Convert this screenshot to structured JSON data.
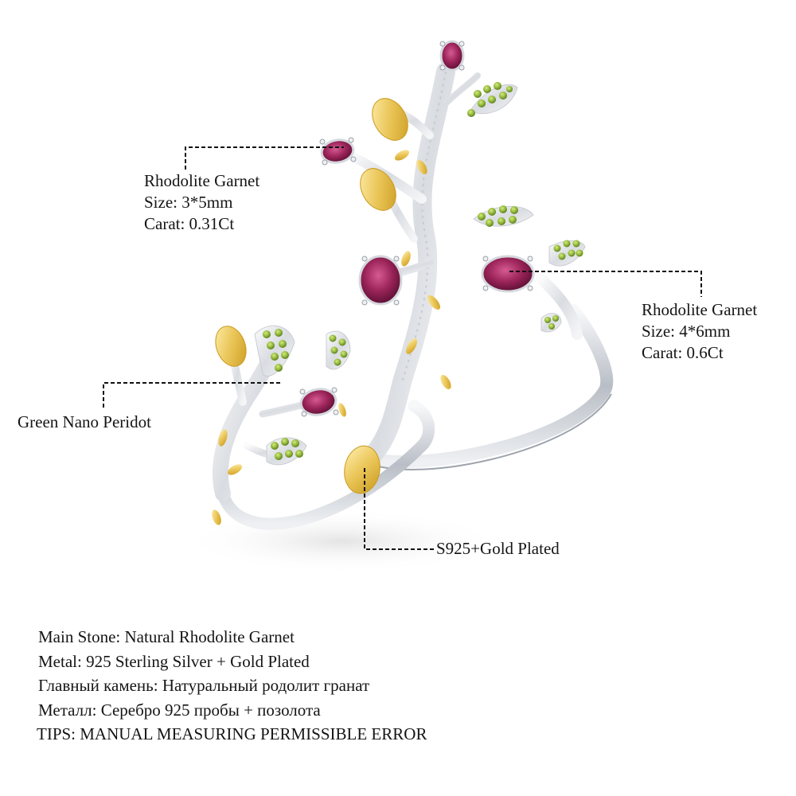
{
  "callouts": {
    "top_left": {
      "stone": "Rhodolite Garnet",
      "size": "Size: 3*5mm",
      "carat": "Carat: 0.31Ct"
    },
    "right": {
      "stone": "Rhodolite Garnet",
      "size": "Size: 4*6mm",
      "carat": "Carat: 0.6Ct"
    },
    "left": {
      "stone": "Green Nano Peridot"
    },
    "bottom": {
      "metal": "S925+Gold Plated"
    }
  },
  "specs": {
    "main_stone": "Main Stone: Natural Rhodolite Garnet",
    "metal": "Metal: 925 Sterling Silver + Gold Plated",
    "main_stone_ru": "Главный камень: Натуральный родолит гранат",
    "metal_ru": "Металл: Серебро 925 пробы + позолота",
    "tips": "TIPS: MANUAL MEASURING PERMISSIBLE ERROR"
  },
  "colors": {
    "garnet": "#8e1f52",
    "garnet_light": "#c2457f",
    "peridot": "#8fb63a",
    "gold": "#e8c24a",
    "silver": "#e4e6ea",
    "leader_line": "#111111"
  }
}
